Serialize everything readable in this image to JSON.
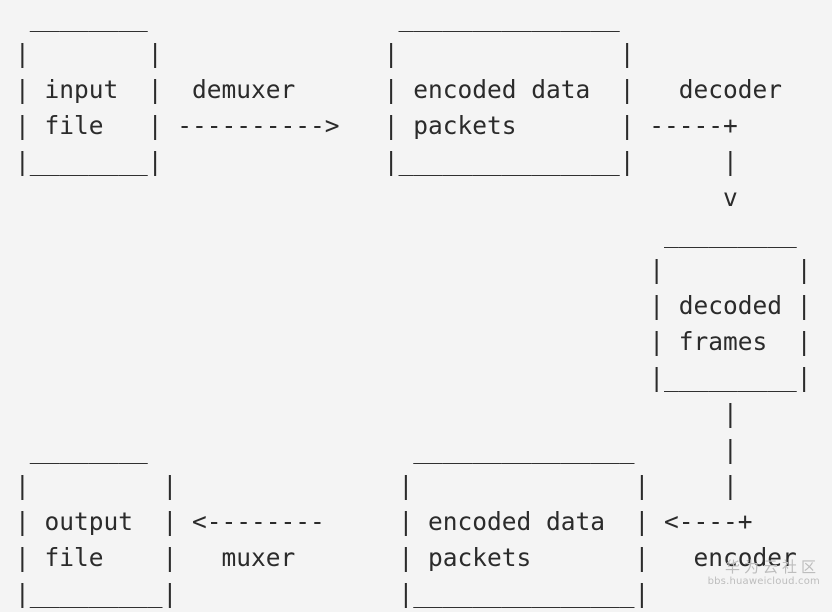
{
  "diagram": {
    "lines": [
      " ________                 _______________",
      "|        |               |               |",
      "| input  |  demuxer      | encoded data  |   decoder",
      "| file   | ---------->   | packets       | -----+",
      "|________|               |_______________|      |",
      "                                                v",
      "                                            _________",
      "                                           |         |",
      "                                           | decoded |",
      "                                           | frames  |",
      "                                           |_________|",
      "                                                |",
      " ________                  _______________      |",
      "|         |               |               |     |",
      "| output  | <--------     | encoded data  | <----+",
      "| file    |   muxer       | packets       |   encoder",
      "|_________|               |_______________|"
    ]
  },
  "watermark": {
    "title": "华为云社区",
    "url": "bbs.huaweicloud.com"
  }
}
